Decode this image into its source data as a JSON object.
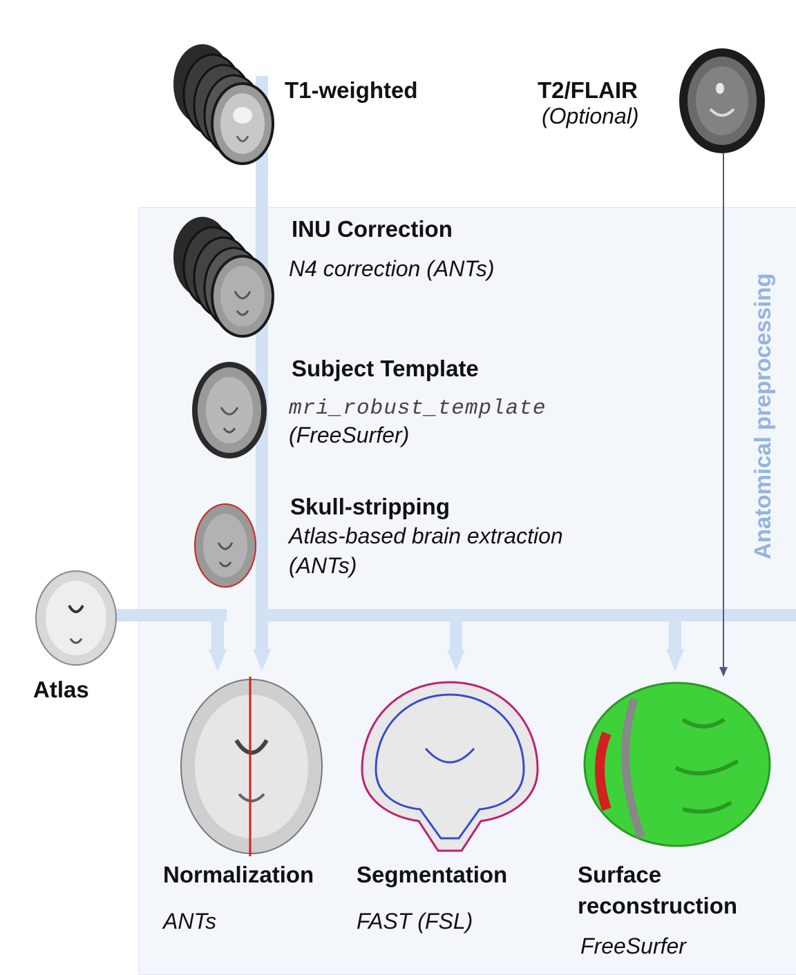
{
  "inputs": {
    "t1": {
      "title": "T1-weighted"
    },
    "t2": {
      "title": "T2/FLAIR",
      "subtitle": "(Optional)"
    }
  },
  "section_label": "Anatomical preprocessing",
  "steps": {
    "inu": {
      "title": "INU Correction",
      "tool": "N4 correction (ANTs)"
    },
    "template": {
      "title": "Subject Template",
      "tool_code": "mri_robust_template",
      "tool": "(FreeSurfer)"
    },
    "skull": {
      "title": "Skull-stripping",
      "tool_line1": "Atlas-based brain extraction",
      "tool_line2": "(ANTs)"
    }
  },
  "atlas": {
    "title": "Atlas"
  },
  "outputs": {
    "normalization": {
      "title": "Normalization",
      "tool": "ANTs"
    },
    "segmentation": {
      "title": "Segmentation",
      "tool": "FAST (FSL)"
    },
    "surface": {
      "title_line1": "Surface",
      "title_line2": "reconstruction",
      "tool": "FreeSurfer"
    }
  },
  "colors": {
    "panel_bg": "#f3f6fb",
    "flow": "#d2e1f4",
    "section_label": "#94b4e0",
    "arrow": "#4a5a80",
    "skull_outline": "#d32020",
    "surface_green": "#3fd13a",
    "segmentation_outline": "#3a4ad0"
  }
}
